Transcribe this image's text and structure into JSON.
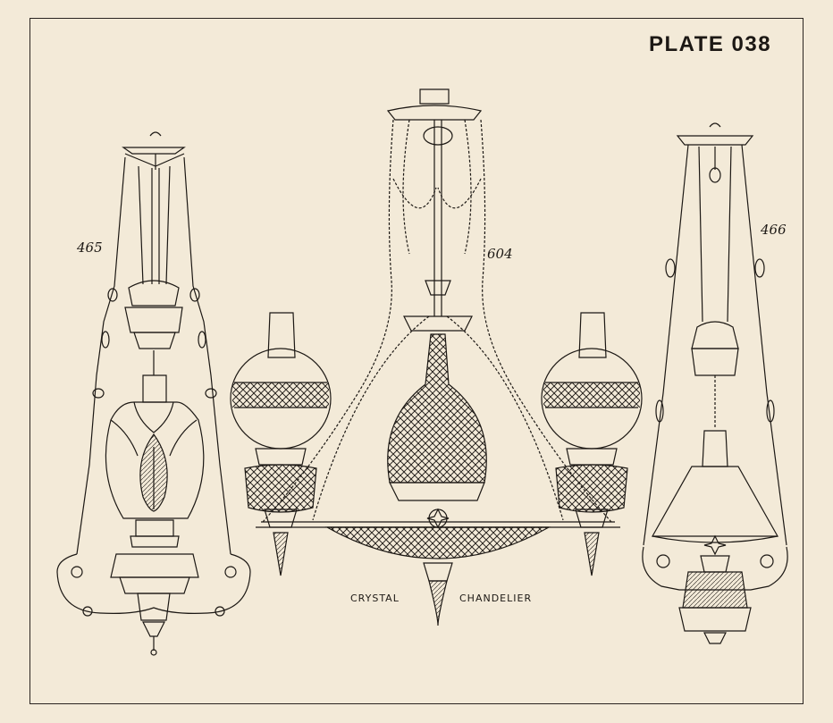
{
  "plate": {
    "title": "PLATE 038"
  },
  "figures": [
    {
      "number": "465",
      "icon": "hanging-lamp-drawing"
    },
    {
      "number": "604",
      "icon": "crystal-chandelier-drawing"
    },
    {
      "number": "466",
      "icon": "hanging-lamp-with-shade-drawing"
    }
  ],
  "caption": {
    "left": "CRYSTAL",
    "right": "CHANDELIER"
  },
  "colors": {
    "paper": "#f3ead8",
    "ink": "#1c1814"
  }
}
